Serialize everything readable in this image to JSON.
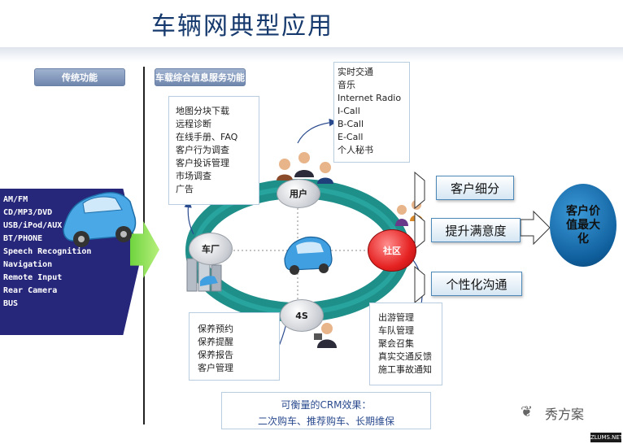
{
  "title": "车辆网典型应用",
  "tabs": {
    "legacy": "传统功能",
    "services": "车载综合信息服务功能"
  },
  "legacy_functions": [
    "AM/FM",
    "CD/MP3/DVD",
    "USB/iPod/AUX",
    "BT/PHONE",
    "Speech Recognition",
    "Navigation",
    "Remote Input",
    "Rear Camera",
    "BUS"
  ],
  "manufacturer_services": [
    "地图分块下载",
    "远程诊断",
    "在线手册、FAQ",
    "客户行为调查",
    "客户投诉管理",
    "市场调查",
    "广告"
  ],
  "user_services": [
    "实时交通",
    "音乐",
    "Internet Radio",
    "I-Call",
    "B-Call",
    "E-Call",
    "个人秘书"
  ],
  "dealer_services": [
    "保养预约",
    "保养提醒",
    "保养报告",
    "客户管理"
  ],
  "community_services": [
    "出游管理",
    "车队管理",
    "聚会召集",
    "真实交通反馈",
    "施工事故通知"
  ],
  "nodes": {
    "user": "用户",
    "manufacturer": "车厂",
    "community": "社区",
    "dealer": "4S"
  },
  "outcomes": [
    "客户细分",
    "提升满意度",
    "个性化沟通"
  ],
  "customer_value": [
    "客户价",
    "值最大",
    "化"
  ],
  "crm": {
    "line1": "可衡量的CRM效果：",
    "line2": "二次购车、推荐购车、长期维保"
  },
  "watermark": "秀方案",
  "site_tag": "ZLUMS.NET",
  "colors": {
    "title": "#173a6e",
    "ring": "#1f8f8a",
    "legacy_bg": "#26267a",
    "community_node": "#e52121",
    "value_circle": "#0f5e9c",
    "green_arrow": "#6ed43e"
  }
}
